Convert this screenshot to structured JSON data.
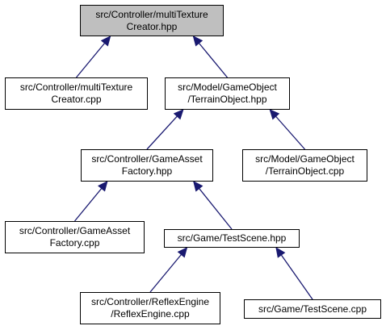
{
  "nodes": {
    "multitexture_hpp": {
      "line1": "src/Controller/multiTexture",
      "line2": "Creator.hpp"
    },
    "multitexture_cpp": {
      "line1": "src/Controller/multiTexture",
      "line2": "Creator.cpp"
    },
    "terrain_hpp": {
      "line1": "src/Model/GameObject",
      "line2": "/TerrainObject.hpp"
    },
    "gameasset_hpp": {
      "line1": "src/Controller/GameAsset",
      "line2": "Factory.hpp"
    },
    "terrain_cpp": {
      "line1": "src/Model/GameObject",
      "line2": "/TerrainObject.cpp"
    },
    "gameasset_cpp": {
      "line1": "src/Controller/GameAsset",
      "line2": "Factory.cpp"
    },
    "testscene_hpp": {
      "line1": "src/Game/TestScene.hpp"
    },
    "reflex_cpp": {
      "line1": "src/Controller/ReflexEngine",
      "line2": "/ReflexEngine.cpp"
    },
    "testscene_cpp": {
      "line1": "src/Game/TestScene.cpp"
    }
  },
  "edges": [
    {
      "from": "multitexture_hpp",
      "to": "multitexture_cpp"
    },
    {
      "from": "multitexture_hpp",
      "to": "terrain_hpp"
    },
    {
      "from": "terrain_hpp",
      "to": "gameasset_hpp"
    },
    {
      "from": "terrain_hpp",
      "to": "terrain_cpp"
    },
    {
      "from": "gameasset_hpp",
      "to": "gameasset_cpp"
    },
    {
      "from": "gameasset_hpp",
      "to": "testscene_hpp"
    },
    {
      "from": "testscene_hpp",
      "to": "reflex_cpp"
    },
    {
      "from": "testscene_hpp",
      "to": "testscene_cpp"
    }
  ],
  "colors": {
    "edge": "#191970",
    "root_fill": "#bfbfbf",
    "node_fill": "#ffffff",
    "border": "#000000"
  }
}
